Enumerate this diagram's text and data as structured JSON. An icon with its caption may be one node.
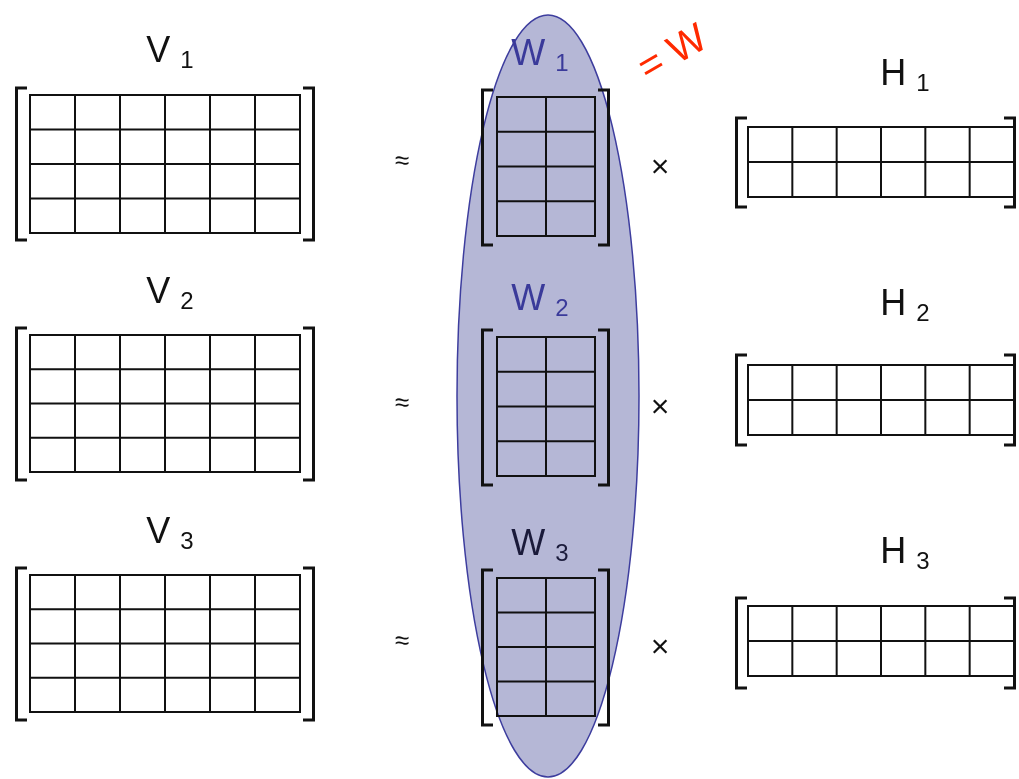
{
  "diagram": {
    "nodes": [
      {
        "text": [
          "V$_{1}$"
        ]
      },
      {
        "text": [],
        "shape": "ellipse"
      },
      {
        "text": [
          "W$_{1}$"
        ],
        "in": 1
      },
      {
        "text": [
          "H$_{1}$"
        ]
      },
      {
        "text": [
          "V$_{2}$"
        ]
      },
      {
        "text": [
          "W$_{2}$"
        ],
        "in": 1
      },
      {
        "text": [
          "H$_{2}$"
        ]
      },
      {
        "text": [
          "V$_{3}$"
        ]
      },
      {
        "text": [
          "W$_{3}$"
        ],
        "in": 1
      },
      {
        "text": [
          "H$_{3}$"
        ]
      }
    ],
    "edges": [],
    "labels": [
      "= W",
      "≈",
      "×",
      "≈",
      "×",
      "≈",
      "×"
    ]
  }
}
